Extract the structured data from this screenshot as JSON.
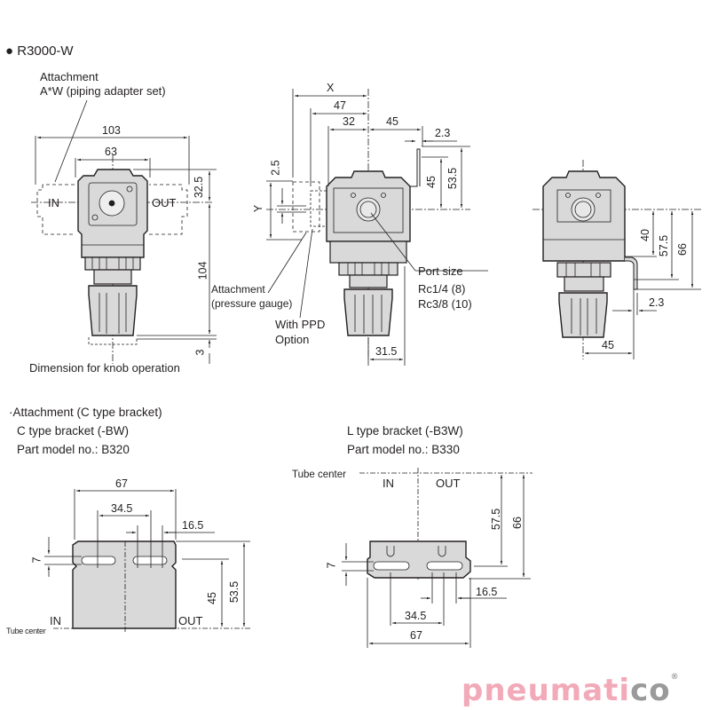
{
  "title": {
    "bullet": "●",
    "label": "R3000-W"
  },
  "front_view": {
    "attachment_label_1": "Attachment",
    "attachment_label_2": "A*W (piping adapter set)",
    "port_in": "IN",
    "port_out": "OUT",
    "dim_width_total": "103",
    "dim_width_body": "63",
    "dim_height_top": "32.5",
    "dim_height_bottom": "104",
    "dim_knob_extra": "3",
    "knob_caption": "Dimension for knob operation"
  },
  "side_view": {
    "dim_x": "X",
    "dim_47": "47",
    "dim_32": "32",
    "dim_45_horizontal": "45",
    "dim_2_3": "2.3",
    "dim_45_vertical": "45",
    "dim_53_5": "53.5",
    "dim_2_5": "2.5",
    "dim_y": "Y",
    "gauge_label_1": "Attachment",
    "gauge_label_2": "(pressure gauge)",
    "ppd_label_1": "With PPD",
    "ppd_label_2": "Option",
    "port_size_title": "Port size",
    "port_size_1": "Rc1/4 (8)",
    "port_size_2": "Rc3/8 (10)",
    "dim_31_5": "31.5"
  },
  "rear_view": {
    "dim_40": "40",
    "dim_57_5": "57.5",
    "dim_66": "66",
    "dim_2_3": "2.3",
    "dim_45": "45"
  },
  "c_bracket": {
    "heading": "·Attachment (C type bracket)",
    "name": "C type bracket (-BW)",
    "part_model": "Part model no.: B320",
    "dim_67": "67",
    "dim_34_5": "34.5",
    "dim_16_5": "16.5",
    "dim_7": "7",
    "dim_45": "45",
    "dim_53_5": "53.5",
    "port_in": "IN",
    "port_out": "OUT",
    "tube_center": "Tube center"
  },
  "l_bracket": {
    "name": "L type bracket (-B3W)",
    "part_model": "Part model no.: B330",
    "tube_center": "Tube center",
    "port_in": "IN",
    "port_out": "OUT",
    "dim_57_5": "57.5",
    "dim_66": "66",
    "dim_7": "7",
    "dim_16_5": "16.5",
    "dim_34_5": "34.5",
    "dim_67": "67"
  },
  "brand": {
    "logo_pink": "pneumati",
    "logo_grey": "co",
    "registered": "®",
    "colors": {
      "pink": "#f2a9b8",
      "grey": "#9a9a9a",
      "body_fill": "#d9d9d9",
      "line": "#231f20"
    }
  }
}
